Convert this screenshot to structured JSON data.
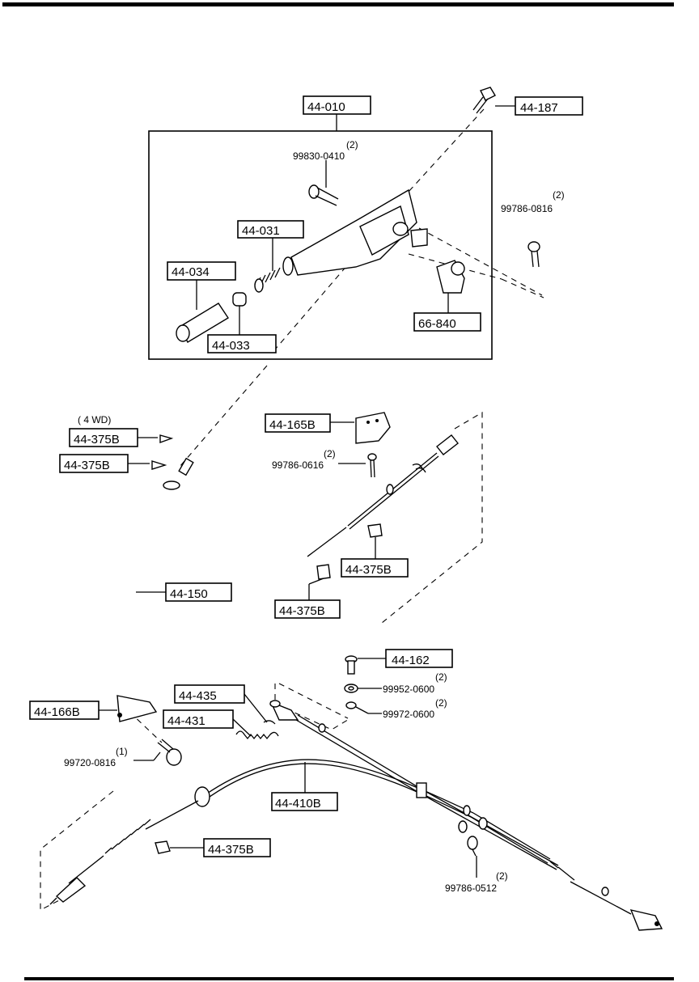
{
  "boxed_parts": [
    "44-010",
    "44-187",
    "44-031",
    "44-034",
    "44-033",
    "66-840",
    "44-375B",
    "44-375B",
    "44-165B",
    "44-375B",
    "44-150",
    "44-375B",
    "44-162",
    "44-166B",
    "44-435",
    "44-431",
    "44-410B",
    "44-375B"
  ],
  "unboxed_parts": [
    "99830-0410",
    "99786-0816",
    "99786-0616",
    "99952-0600",
    "99972-0600",
    "99720-0816",
    "99786-0512"
  ],
  "quantities": [
    "(2)",
    "(2)",
    "(2)",
    "(2)",
    "(2)",
    "(1)",
    "(2)"
  ],
  "variant_note": "( 4 WD)"
}
